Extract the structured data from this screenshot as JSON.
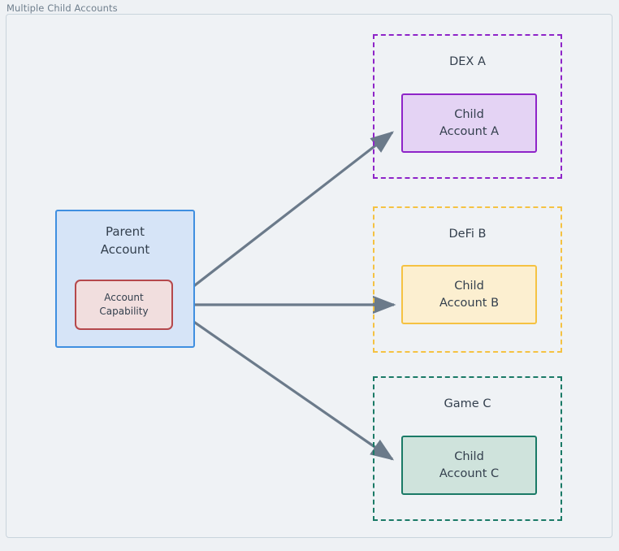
{
  "frame": {
    "title": "Multiple Child Accounts"
  },
  "parent": {
    "label_line1": "Parent",
    "label_line2": "Account",
    "capability": {
      "label_line1": "Account",
      "label_line2": "Capability"
    }
  },
  "groups": [
    {
      "id": "dex-a",
      "label": "DEX A",
      "color": "#8e24c8",
      "child": {
        "label_line1": "Child",
        "label_line2": "Account A",
        "fill": "#e4d3f4",
        "border": "#8e24c8"
      }
    },
    {
      "id": "defi-b",
      "label": "DeFi B",
      "color": "#f5c242",
      "child": {
        "label_line1": "Child",
        "label_line2": "Account B",
        "fill": "#fcefd0",
        "border": "#f5c242"
      }
    },
    {
      "id": "game-c",
      "label": "Game C",
      "color": "#1a7a66",
      "child": {
        "label_line1": "Child",
        "label_line2": "Account C",
        "fill": "#cfe3dc",
        "border": "#1a7a66"
      }
    }
  ],
  "edges": [
    {
      "from": "account-capability",
      "to": "child-account-a",
      "style": "solid-arrow",
      "color": "#6b7a8a"
    },
    {
      "from": "account-capability",
      "to": "child-account-b",
      "style": "solid-arrow",
      "color": "#6b7a8a"
    },
    {
      "from": "account-capability",
      "to": "child-account-c",
      "style": "solid-arrow",
      "color": "#6b7a8a"
    }
  ],
  "colors": {
    "canvas_background": "#eff2f5",
    "frame_border": "#c9d4dc",
    "text": "#333f4d",
    "title_text": "#6f7f8d",
    "parent_fill": "#d6e4f7",
    "parent_border": "#3f8fe0",
    "capability_fill": "#f1dede",
    "capability_border": "#b5484c",
    "edge": "#6b7a8a"
  }
}
